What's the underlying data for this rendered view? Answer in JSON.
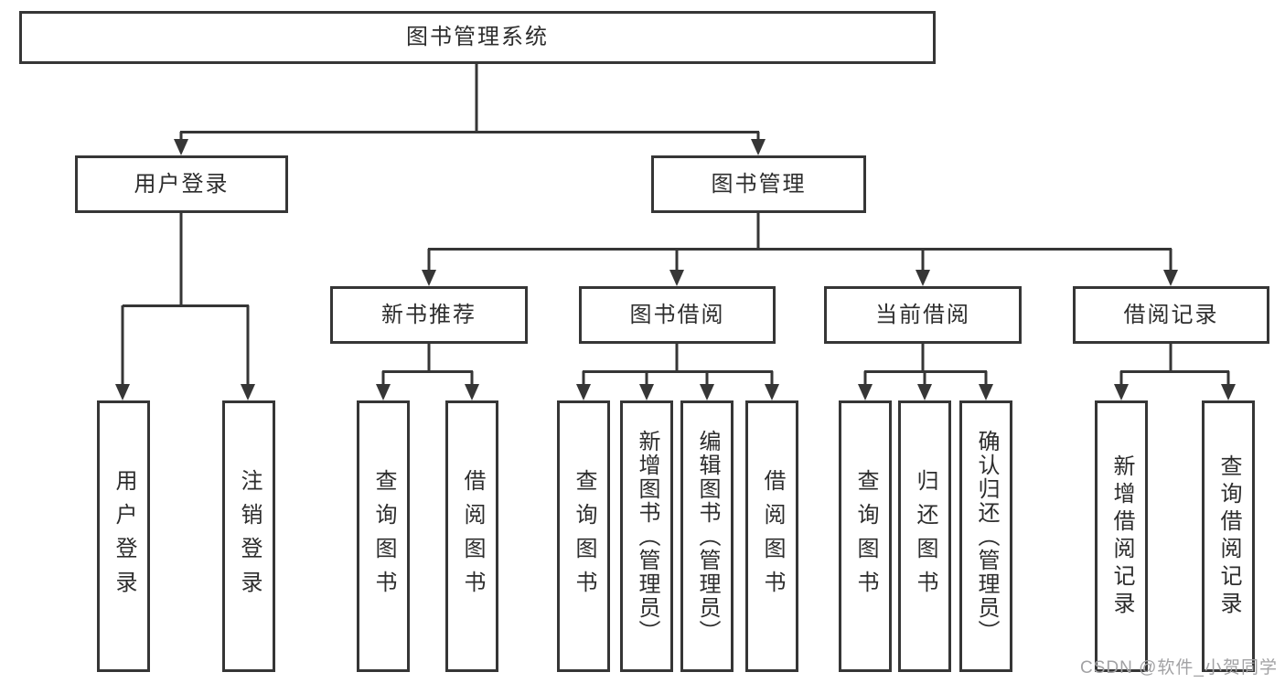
{
  "tree": {
    "label": "图书管理系统",
    "children": [
      {
        "label": "用户登录",
        "children": [
          {
            "label": "用户登录"
          },
          {
            "label": "注销登录"
          }
        ]
      },
      {
        "label": "图书管理",
        "children": [
          {
            "label": "新书推荐",
            "children": [
              {
                "label": "查询图书"
              },
              {
                "label": "借阅图书"
              }
            ]
          },
          {
            "label": "图书借阅",
            "children": [
              {
                "label": "查询图书"
              },
              {
                "label": "新增图书（管理员）"
              },
              {
                "label": "编辑图书（管理员）"
              },
              {
                "label": "借阅图书"
              }
            ]
          },
          {
            "label": "当前借阅",
            "children": [
              {
                "label": "查询图书"
              },
              {
                "label": "归还图书"
              },
              {
                "label": "确认归还（管理员）"
              }
            ]
          },
          {
            "label": "借阅记录",
            "children": [
              {
                "label": "新增借阅记录"
              },
              {
                "label": "查询借阅记录"
              }
            ]
          }
        ]
      }
    ]
  },
  "watermark": {
    "text": "CSDN @软件_小贺同学"
  },
  "colors": {
    "line": "#363636",
    "text": "#2d2d2d",
    "watermark": "#a2a2a4",
    "background": "#ffffff"
  }
}
